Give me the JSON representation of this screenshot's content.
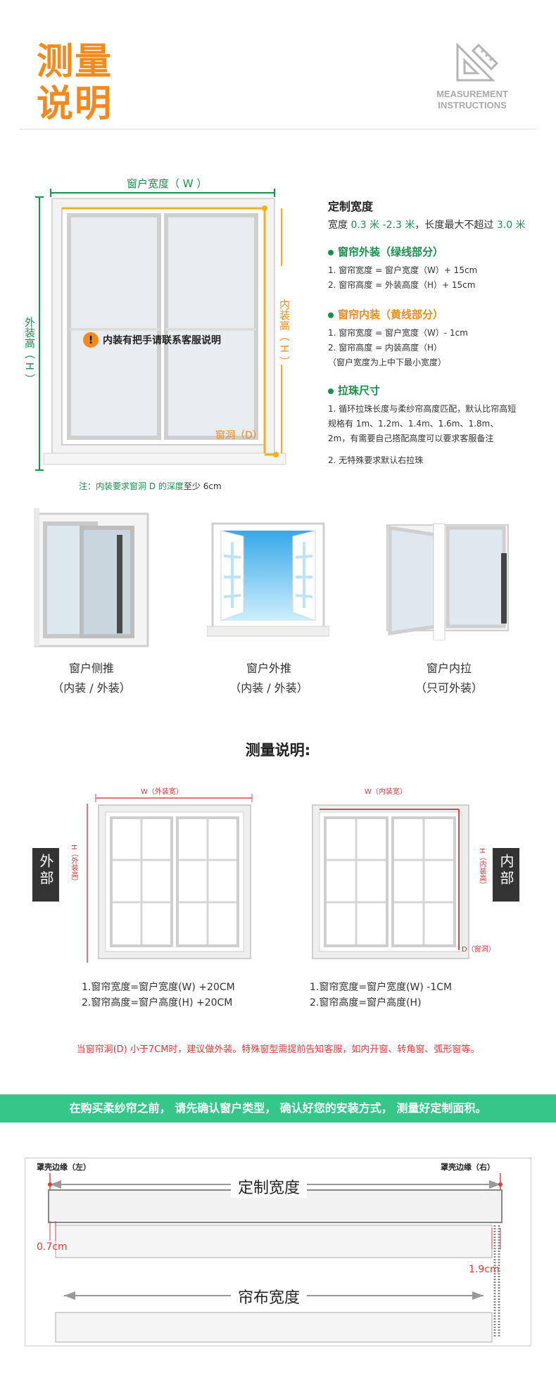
{
  "header": {
    "title_line1": "测量",
    "title_line2": "说明",
    "en_line1": "MEASUREMENT",
    "en_line2": "INSTRUCTIONS"
  },
  "diagram": {
    "width_label": "窗户宽度（ W ）",
    "outer_height_label": "外装高（ H ）",
    "inner_height_label": "内装高（ H ）",
    "handle_note": "内装有把手请联系客服说明",
    "recess_label": "窗洞（D）",
    "depth_note_pre": "注：内装要求窗洞 D 的",
    "depth_note_key": "深度",
    "depth_note_post": "至少 6cm"
  },
  "spec": {
    "title": "定制宽度",
    "line_pre": "宽度 ",
    "line_range": "0.3 米 -2.3 米",
    "line_mid": "，长度最大不超过 ",
    "line_max": "3.0 米",
    "outer_head": "窗帘外装（绿线部分）",
    "outer_1": "1. 窗帘宽度 = 窗户宽度（W）+ 15cm",
    "outer_2": "2. 窗帘高度 = 外装高度（H）+ 15cm",
    "inner_head": "窗帘内装（黄线部分）",
    "inner_1": "1. 窗帘宽度 = 窗户宽度（W）- 1cm",
    "inner_2": "2. 窗帘高度 = 内装高度（H）",
    "inner_3": "（窗户宽度为上中下最小宽度）",
    "bead_head": "拉珠尺寸",
    "bead_1a": "1. 循环拉珠长度与柔纱帘高度匹配，默认比帘高短",
    "bead_1b": "规格有 1m、1.2m、1.4m、1.6m、1.8m、",
    "bead_1c": "2m，有需要自己搭配高度可以要求客服备注",
    "bead_2": "2. 无特殊要求默认右拉珠"
  },
  "window_types": [
    {
      "name": "窗户侧推",
      "note": "（内装 / 外装）"
    },
    {
      "name": "窗户外推",
      "note": "（内装 / 外装）"
    },
    {
      "name": "窗户内拉",
      "note": "（只可外装）"
    }
  ],
  "measure": {
    "title": "测量说明:",
    "outer_tab": "外部",
    "inner_tab": "内部",
    "outer_w_label": "W（外装宽）",
    "inner_w_label": "W（内装宽）",
    "outer_h_label": "H（外装高）",
    "inner_h_label": "H（内装高）",
    "recess_label": "D（窗洞）",
    "outer_f1": "1.窗帘宽度=窗户宽度(W) +20CM",
    "outer_f2": "2.窗帘高度=窗户高度(H) +20CM",
    "inner_f1": "1.窗帘宽度=窗户宽度(W) -1CM",
    "inner_f2": "2.窗帘高度=窗户高度(H)",
    "red_note": "当窗帘洞(D) 小于7CM时，建议做外装。特殊窗型需提前告知客服，如内开窗、转角窗、弧形窗等。"
  },
  "banner": {
    "text": "在购买柔纱帘之前，  请先确认窗户类型，  确认好您的安装方式，  测量好定制面积。"
  },
  "curtain": {
    "left_edge": "罩壳边缘（左）",
    "right_edge": "罩壳边缘（右）",
    "custom_width": "定制宽度",
    "left_gap": "0.7cm",
    "right_gap": "1.9cm",
    "fabric_width": "帘布宽度"
  },
  "colors": {
    "orange": "#f28a1e",
    "green": "#1a8f4e",
    "banner": "#35c68a",
    "red": "#e03a3a"
  }
}
